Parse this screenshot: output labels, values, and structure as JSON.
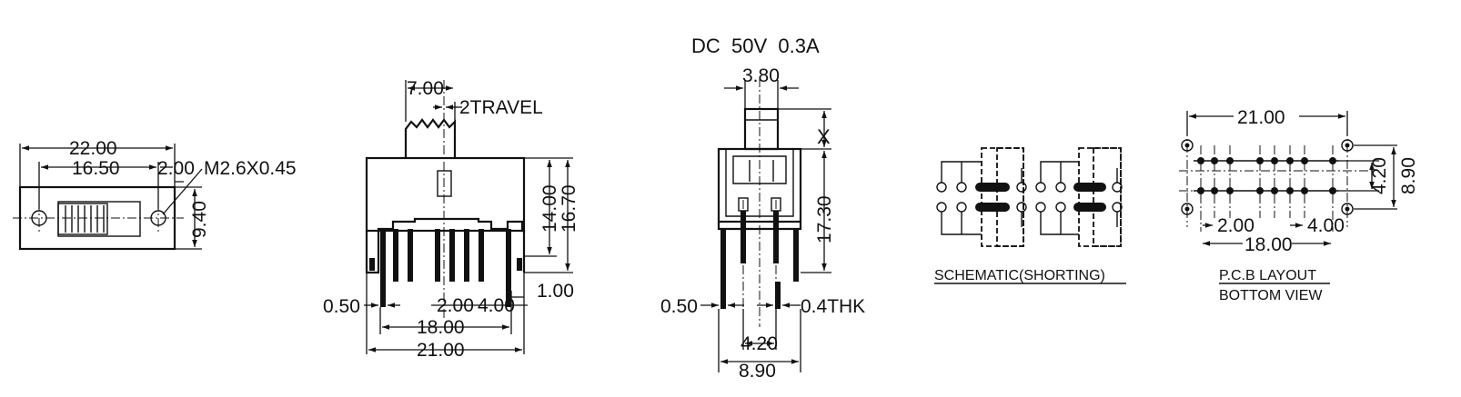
{
  "rating": "DC  50V  0.3A",
  "front_view": {
    "overall_width": "22.00",
    "hole_spacing": "16.50",
    "hole_edge": "2.00",
    "screw": "M2.6X0.45",
    "height": "9.40"
  },
  "side_view": {
    "actuator_width": "7.00",
    "travel": "2TRAVEL",
    "body_height": "14.00",
    "total_height": "16.70",
    "pin_width": "0.50",
    "pin_pitch_a": "2.00",
    "pin_pitch_b": "4.00",
    "pin_offset": "1.00",
    "pin_span": "18.00",
    "body_width": "21.00"
  },
  "end_view": {
    "actuator_thickness": "3.80",
    "actuator_height": "X",
    "body_height": "17.30",
    "pin_width": "0.50",
    "pin_thickness": "0.4THK",
    "row_spacing": "4.20",
    "body_depth": "8.90"
  },
  "schematic": {
    "caption": "SCHEMATIC(SHORTING)"
  },
  "pcb_layout": {
    "width": "21.00",
    "row_spacing": "4.20",
    "height": "8.90",
    "pitch_a": "2.00",
    "pitch_b": "4.00",
    "pin_span": "18.00",
    "caption_1": "P.C.B LAYOUT",
    "caption_2": "BOTTOM VIEW"
  }
}
